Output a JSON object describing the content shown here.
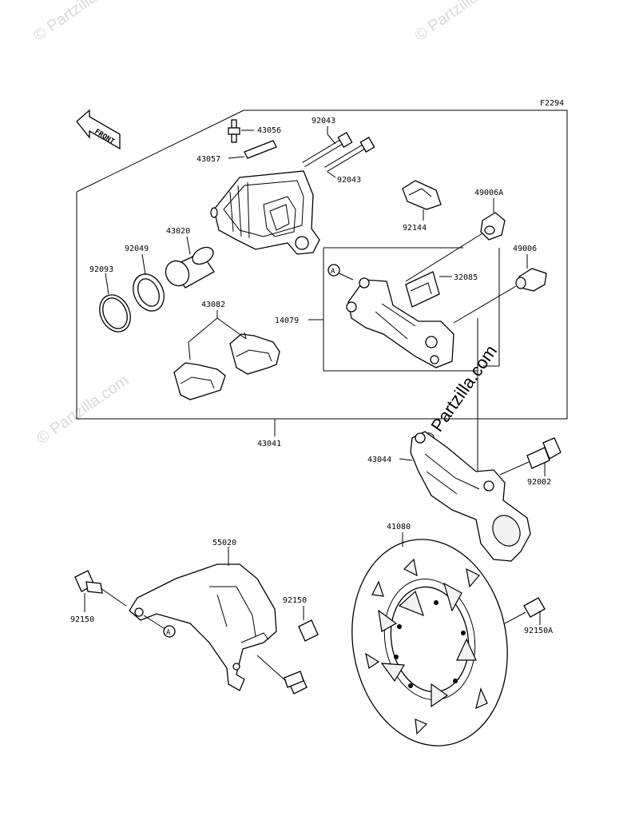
{
  "figure_code": "F2294",
  "front_label": "FRONT",
  "watermark": "© Partzilla.com",
  "watermark_center": "© Partzilla.com",
  "callout_marker": "A",
  "parts": {
    "p43056": "43056",
    "p43057": "43057",
    "p92043a": "92043",
    "p92043b": "92043",
    "p43020": "43020",
    "p92049": "92049",
    "p92093": "92093",
    "p43082": "43082",
    "p92144": "92144",
    "p49006A": "49006A",
    "p49006": "49006",
    "p32085": "32085",
    "p14079": "14079",
    "p43041": "43041",
    "p43044": "43044",
    "p92002": "92002",
    "p55020": "55020",
    "p41080": "41080",
    "p92150a": "92150",
    "p92150b": "92150",
    "p92150A": "92150A"
  }
}
